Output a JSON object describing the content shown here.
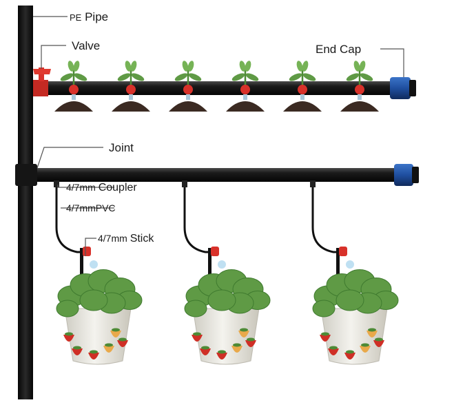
{
  "labels": {
    "pe_pipe_prefix": "PE",
    "pe_pipe_word": "Pipe",
    "valve": "Valve",
    "end_cap": "End Cap",
    "joint": "Joint",
    "coupler_size": "4/7mm",
    "coupler_word": "Coupler",
    "pvc": "4/7mmPVC",
    "stick_size": "4/7mm",
    "stick_word": "Stick"
  },
  "colors": {
    "pipe": "#1b1b1b",
    "valve": "#d8312a",
    "end_cap": "#1f4fa0",
    "dripper": "#d8312a",
    "soil": "#3b2a22",
    "leaf": "#5f9a45",
    "strawberry": "#cf2f26",
    "pot": "#e9e7df"
  },
  "counts": {
    "seedlings": 6,
    "hanging_pots": 3
  }
}
